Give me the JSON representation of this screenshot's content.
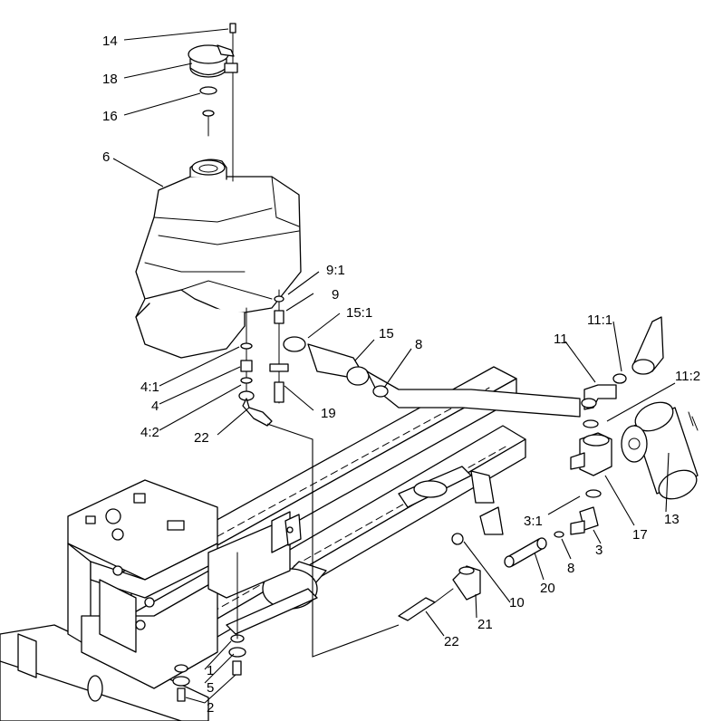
{
  "callouts": {
    "c14": "14",
    "c18": "18",
    "c16": "16",
    "c6": "6",
    "c9_1": "9:1",
    "c9": "9",
    "c15_1": "15:1",
    "c15": "15",
    "c8a": "8",
    "c11_1": "11:1",
    "c11": "11",
    "c11_2": "11:2",
    "c4_1": "4:1",
    "c4": "4",
    "c4_2": "4:2",
    "c19": "19",
    "c22a": "22",
    "c13": "13",
    "c17": "17",
    "c3_1": "3:1",
    "c3": "3",
    "c8b": "8",
    "c20": "20",
    "c10": "10",
    "c21": "21",
    "c22b": "22",
    "c1": "1",
    "c5": "5",
    "c2": "2"
  }
}
